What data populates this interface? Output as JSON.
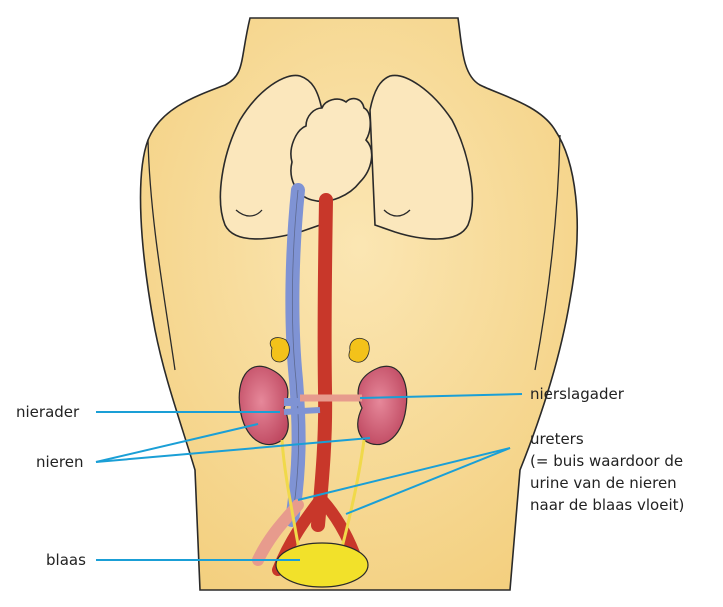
{
  "labels": {
    "nierader": "nierader",
    "nieren": "nieren",
    "blaas": "blaas",
    "nierslagader": "nierslagader",
    "ureters": "ureters",
    "ureters_desc_1": "(= buis waardoor de",
    "ureters_desc_2": "urine van de nieren",
    "ureters_desc_3": "naar de blaas vloeit)"
  },
  "colors": {
    "leader_line": "#1a9fd6",
    "skin": "#f8dc9a",
    "artery": "#c8372a",
    "vein": "#7f93d4",
    "kidney": "#d05a72",
    "bladder": "#f2e12a",
    "adrenal": "#f3c21a"
  }
}
